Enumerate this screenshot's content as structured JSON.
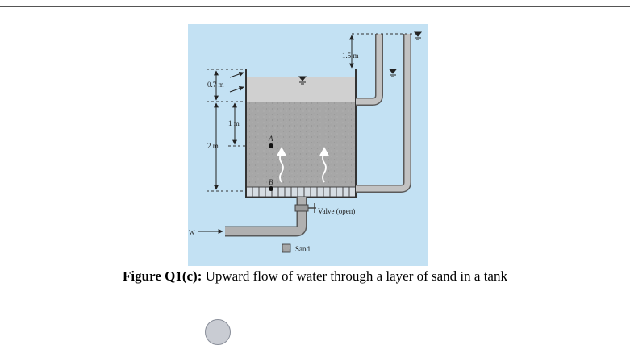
{
  "figure": {
    "labels": {
      "dim_top": "1.5 m",
      "dim_07": "0.7 m",
      "dim_1": "1 m",
      "dim_2": "2 m",
      "point_a": "A",
      "point_b": "B",
      "valve": "Valve (open)",
      "inflow": "W",
      "legend_sand": "Sand"
    },
    "colors": {
      "background": "#c3e1f3",
      "water": "#d0d0d0",
      "sand": "#a7a7a7",
      "pipe": "#a6a6a6"
    }
  },
  "caption": {
    "label": "Figure Q1(c):",
    "text": "Upward flow of water through a layer of sand in a tank"
  }
}
